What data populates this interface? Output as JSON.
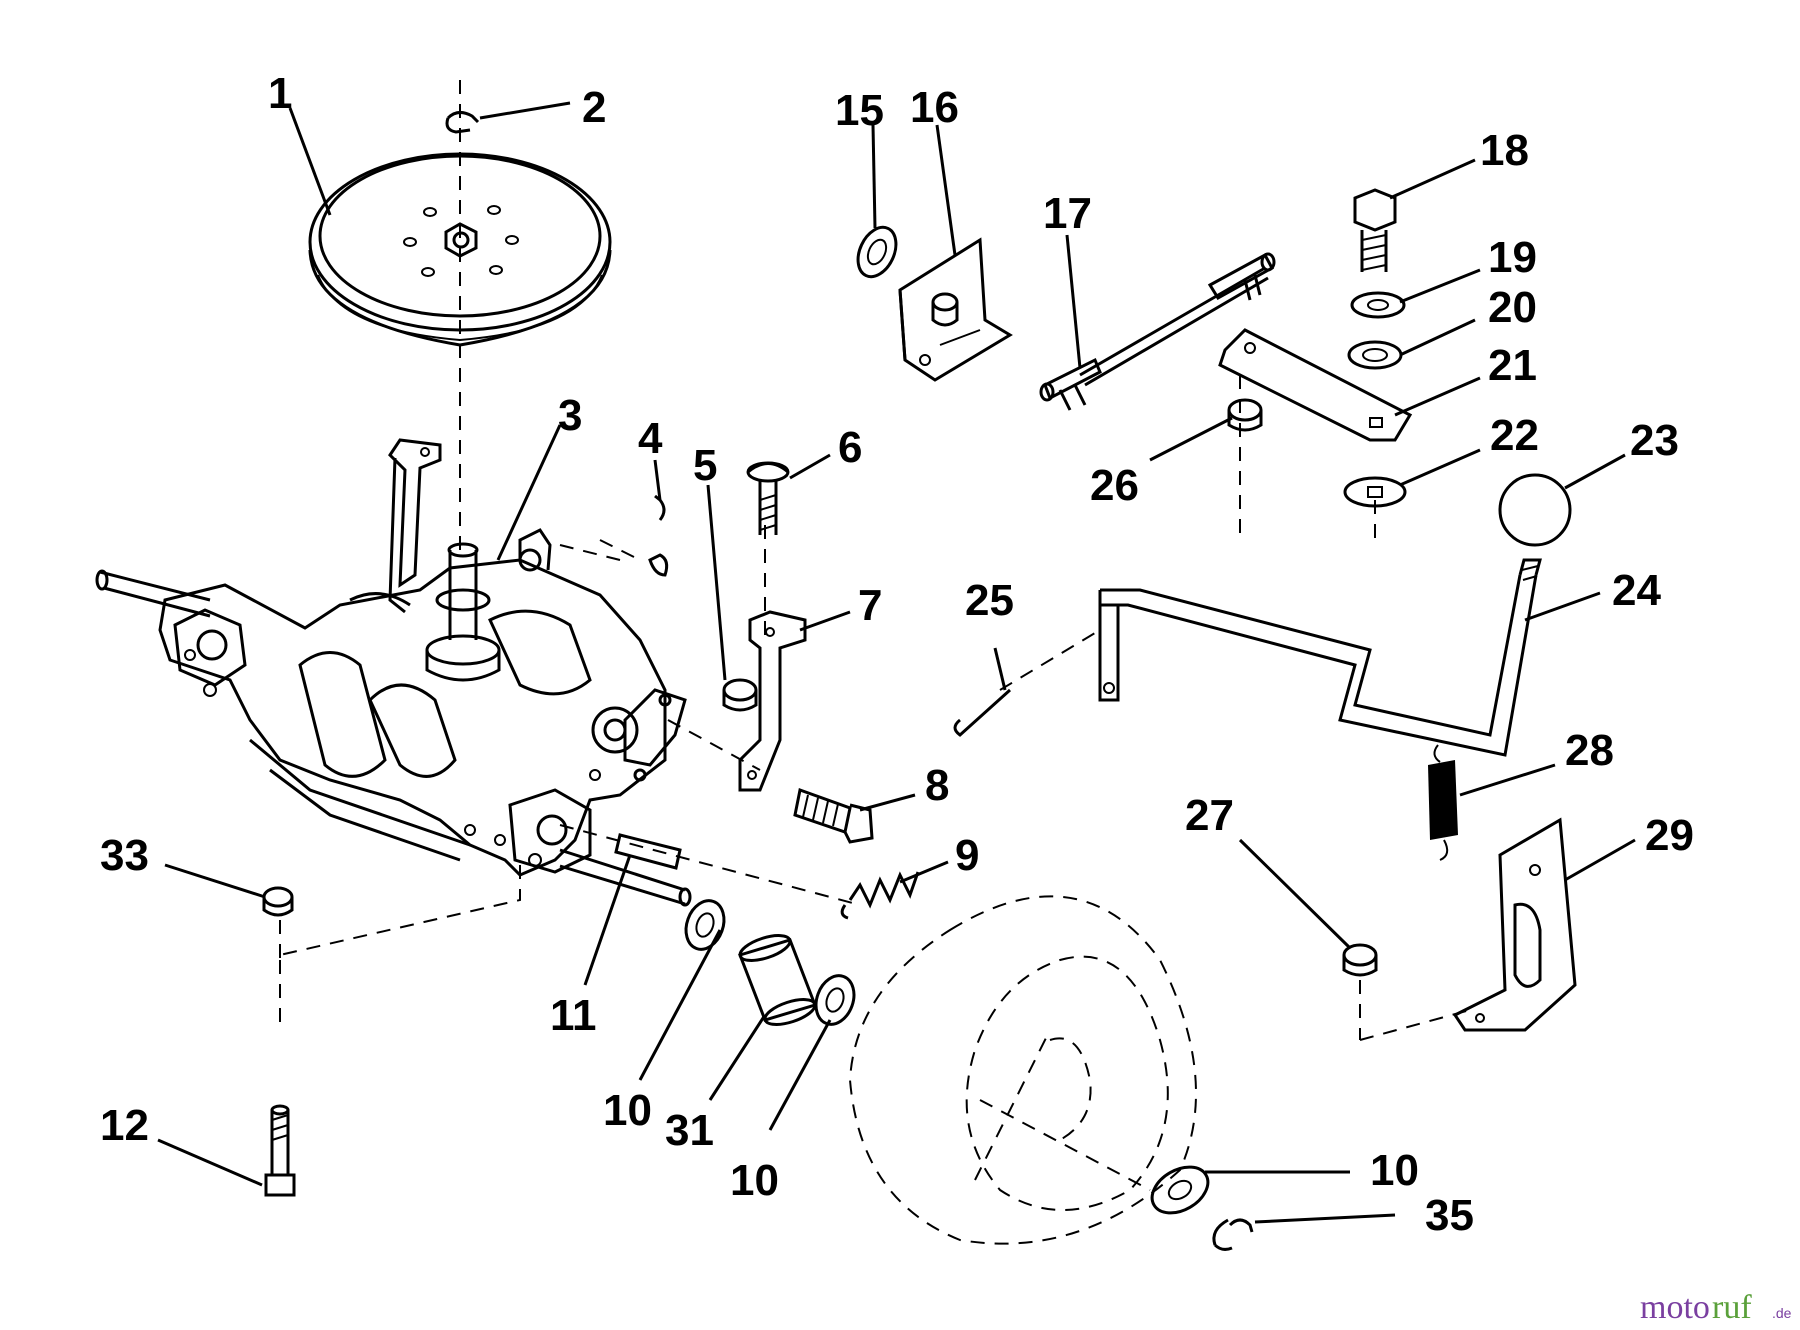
{
  "labels": {
    "p1": "1",
    "p2": "2",
    "p3": "3",
    "p4": "4",
    "p5": "5",
    "p6": "6",
    "p7": "7",
    "p8": "8",
    "p9": "9",
    "p10a": "10",
    "p10b": "10",
    "p10c": "10",
    "p11": "11",
    "p12": "12",
    "p15": "15",
    "p16": "16",
    "p17": "17",
    "p18": "18",
    "p19": "19",
    "p20": "20",
    "p21": "21",
    "p22": "22",
    "p23": "23",
    "p24": "24",
    "p25": "25",
    "p26": "26",
    "p27": "27",
    "p28": "28",
    "p29": "29",
    "p31": "31",
    "p33": "33",
    "p35": "35"
  },
  "watermark": {
    "part1": "moto",
    "part2": "ruf",
    "suffix": ".de"
  },
  "colors": {
    "ink": "#000000",
    "background": "#ffffff",
    "watermark_purple": "#7a3fa0",
    "watermark_green": "#5aa03a"
  }
}
